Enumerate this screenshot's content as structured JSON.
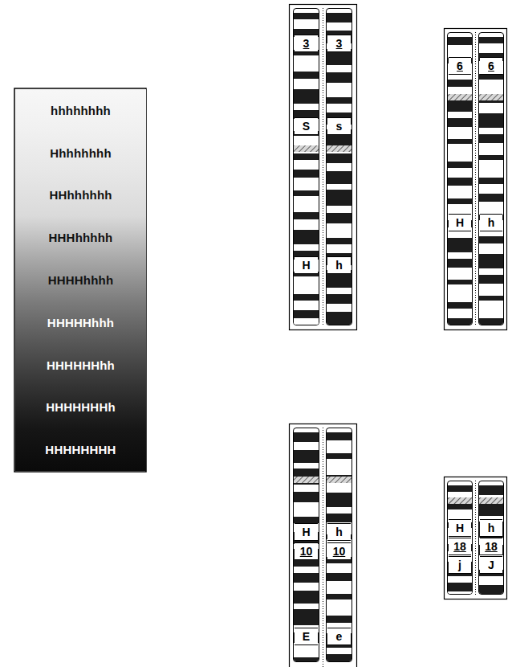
{
  "diagram": {
    "nodes": [
      {
        "text": [
          "hhhhhhhh"
        ]
      },
      {
        "text": [
          "Hhhhhhhh"
        ]
      },
      {
        "text": [
          "HHhhhhhh"
        ]
      },
      {
        "text": [
          "HHHhhhhh"
        ]
      },
      {
        "text": [
          "HHHHhhhh"
        ]
      },
      {
        "text": [
          "HHHHHhhh"
        ]
      },
      {
        "text": [
          "HHHHHHhh"
        ]
      },
      {
        "text": [
          "HHHHHHHh"
        ]
      },
      {
        "text": [
          "HHHHHHHH"
        ]
      },
      {
        "text": [
          "3",
          "S",
          "H"
        ]
      },
      {
        "text": [
          "3",
          "s",
          "h"
        ]
      },
      {
        "text": [
          "6",
          "H"
        ]
      },
      {
        "text": [
          "6",
          "h"
        ]
      },
      {
        "text": [
          "H",
          "10",
          "E"
        ]
      },
      {
        "text": [
          "h",
          "10",
          "e"
        ]
      },
      {
        "text": [
          "H",
          "18",
          "j"
        ]
      },
      {
        "text": [
          "h",
          "18",
          "J"
        ]
      }
    ]
  }
}
